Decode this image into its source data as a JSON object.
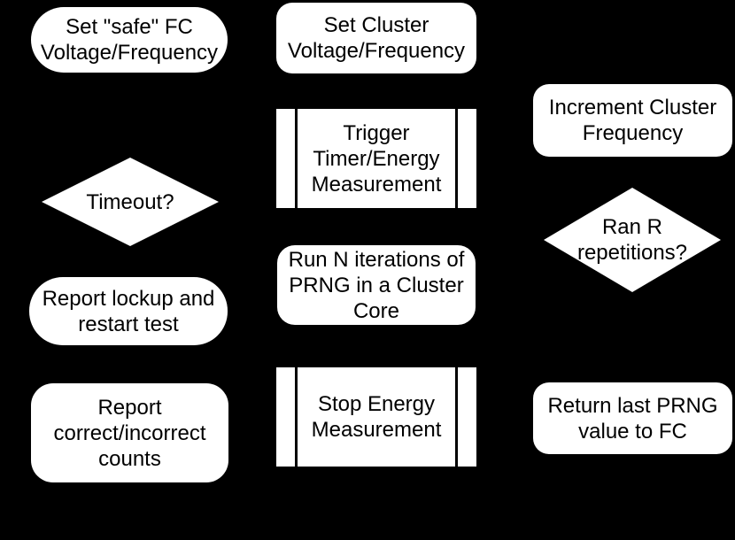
{
  "diagram": {
    "title": "PRNG cluster voltage/frequency test flowchart",
    "colors": {
      "background": "#000000",
      "node_fill": "#ffffff",
      "node_text": "#000000",
      "predefined_bar": "#000000"
    },
    "nodes": [
      {
        "id": "set-safe-fc",
        "shape": "terminator",
        "label": "Set \"safe\" FC\nVoltage/Frequency"
      },
      {
        "id": "set-cluster",
        "shape": "process",
        "label": "Set Cluster\nVoltage/Frequency"
      },
      {
        "id": "trigger-timer",
        "shape": "predefined-process",
        "label": "Trigger\nTimer/Energy\nMeasurement"
      },
      {
        "id": "increment-cluster",
        "shape": "process",
        "label": "Increment Cluster\nFrequency"
      },
      {
        "id": "timeout",
        "shape": "decision",
        "label": "Timeout?"
      },
      {
        "id": "run-n-iterations",
        "shape": "process",
        "label": "Run N iterations of\nPRNG in a Cluster\nCore"
      },
      {
        "id": "ran-r-repetitions",
        "shape": "decision",
        "label": "Ran R\nrepetitions?"
      },
      {
        "id": "report-lockup",
        "shape": "terminator",
        "label": "Report lockup and\nrestart test"
      },
      {
        "id": "report-counts",
        "shape": "process",
        "label": "Report\ncorrect/incorrect\ncounts"
      },
      {
        "id": "stop-energy",
        "shape": "predefined-process",
        "label": "Stop Energy\nMeasurement"
      },
      {
        "id": "return-prng",
        "shape": "terminator",
        "label": "Return last PRNG\nvalue to FC"
      }
    ]
  }
}
